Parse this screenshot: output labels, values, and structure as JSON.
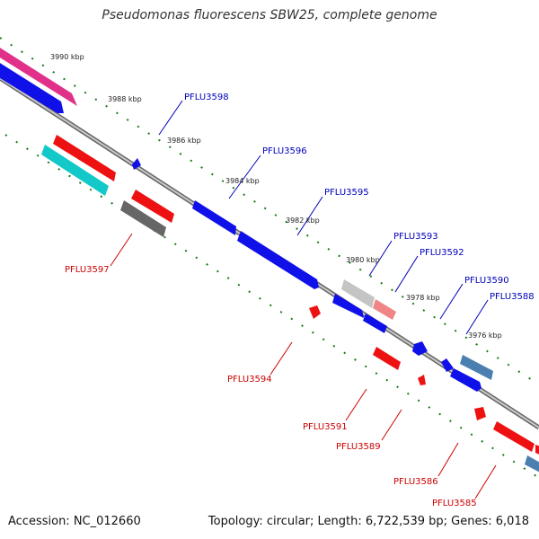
{
  "title": "Pseudomonas fluorescens SBW25, complete genome",
  "footer": {
    "accession": "Accession: NC_012660",
    "summary": "Topology: circular; Length: 6,722,539 bp; Genes: 6,018"
  },
  "colors": {
    "forward_label": "#0000bb",
    "reverse_label": "#cc0000",
    "axis": "#888888",
    "tick": "#1a7a1a"
  },
  "kbp_labels": [
    "3990 kbp",
    "3988 kbp",
    "3986 kbp",
    "3984 kbp",
    "3982 kbp",
    "3980 kbp",
    "3978 kbp",
    "3976 kbp"
  ],
  "gene_labels": [
    {
      "text": "PFLU3598",
      "strand": "forward"
    },
    {
      "text": "PFLU3596",
      "strand": "forward"
    },
    {
      "text": "PFLU3595",
      "strand": "forward"
    },
    {
      "text": "PFLU3593",
      "strand": "forward"
    },
    {
      "text": "PFLU3592",
      "strand": "forward"
    },
    {
      "text": "PFLU3590",
      "strand": "forward"
    },
    {
      "text": "PFLU3588",
      "strand": "forward"
    },
    {
      "text": "PFLU3597",
      "strand": "reverse"
    },
    {
      "text": "PFLU3594",
      "strand": "reverse"
    },
    {
      "text": "PFLU3591",
      "strand": "reverse"
    },
    {
      "text": "PFLU3589",
      "strand": "reverse"
    },
    {
      "text": "PFLU3586",
      "strand": "reverse"
    },
    {
      "text": "PFLU3585",
      "strand": "reverse"
    }
  ]
}
